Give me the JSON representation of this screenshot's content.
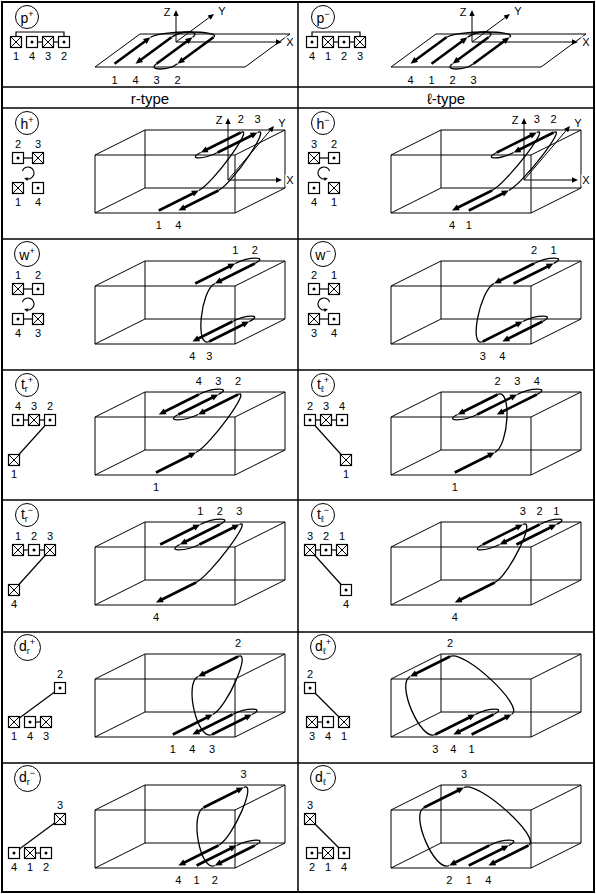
{
  "diagram": {
    "nodes": [
      {
        "text": [
          "p+"
        ]
      },
      {
        "text": [
          "p−"
        ]
      },
      {
        "text": [
          "h+"
        ]
      },
      {
        "text": [
          "h−"
        ]
      },
      {
        "text": [
          "w+"
        ]
      },
      {
        "text": [
          "w−"
        ]
      },
      {
        "text": [
          "tr+"
        ]
      },
      {
        "text": [
          "tℓ+"
        ]
      },
      {
        "text": [
          "tr−"
        ]
      },
      {
        "text": [
          "tℓ−"
        ]
      },
      {
        "text": [
          "dr+"
        ]
      },
      {
        "text": [
          "dℓ+"
        ]
      },
      {
        "text": [
          "dr−"
        ]
      },
      {
        "text": [
          "dℓ−"
        ]
      }
    ],
    "labels": [
      "1",
      "4",
      "3",
      "2",
      "1",
      "4",
      "3",
      "2",
      "Z",
      "Y",
      "X",
      "4",
      "1",
      "2",
      "3",
      "4",
      "1",
      "2",
      "3",
      "Z",
      "Y",
      "X",
      "r-type",
      "ℓ-type",
      "2",
      "3",
      "1",
      "4",
      "2",
      "3",
      "1",
      "4",
      "Z",
      "Y",
      "X",
      "3",
      "2",
      "4",
      "1",
      "3",
      "2",
      "4",
      "1",
      "Z",
      "Y",
      "X",
      "1",
      "2",
      "4",
      "3",
      "1",
      "2",
      "4",
      "3",
      "2",
      "1",
      "3",
      "4",
      "2",
      "1",
      "3",
      "4",
      "4",
      "3",
      "2",
      "1",
      "4",
      "3",
      "2",
      "1",
      "2",
      "3",
      "4",
      "1",
      "2",
      "3",
      "4",
      "1",
      "1",
      "2",
      "3",
      "4",
      "1",
      "2",
      "3",
      "4",
      "3",
      "2",
      "1",
      "4",
      "3",
      "2",
      "1",
      "4",
      "2",
      "1",
      "4",
      "3",
      "2",
      "1",
      "4",
      "3",
      "2",
      "3",
      "4",
      "1",
      "2",
      "3",
      "4",
      "1",
      "3",
      "4",
      "1",
      "2",
      "3",
      "4",
      "1",
      "2",
      "3",
      "2",
      "1",
      "4",
      "3",
      "2",
      "1",
      "4"
    ]
  }
}
